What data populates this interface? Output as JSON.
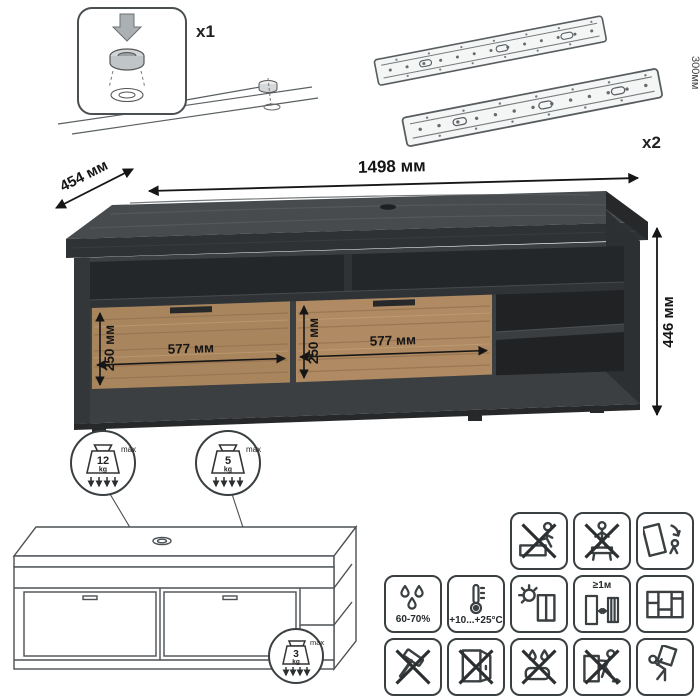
{
  "hardware": {
    "foot_qty": "x1",
    "slides_qty": "x2",
    "slide_length": "300мм"
  },
  "dims": {
    "width": "1498 мм",
    "depth": "454 мм",
    "height": "446 мм",
    "drawer1_height": "250 мм",
    "drawer1_width": "577 мм",
    "drawer2_height": "250 мм",
    "drawer2_width": "577 мм"
  },
  "loads": {
    "top": {
      "value": "12",
      "unit": "kg",
      "max": "max"
    },
    "shelf": {
      "value": "5",
      "unit": "kg",
      "max": "max"
    },
    "drawer": {
      "value": "3",
      "unit": "kg",
      "max": "max"
    }
  },
  "care": {
    "humidity": "60-70%",
    "temperature": "+10...+25°C",
    "distance": "≥1м"
  },
  "colors": {
    "dark_wood": "#3b3f42",
    "light_wood": "#a9855e",
    "outline": "#3a3f41"
  }
}
